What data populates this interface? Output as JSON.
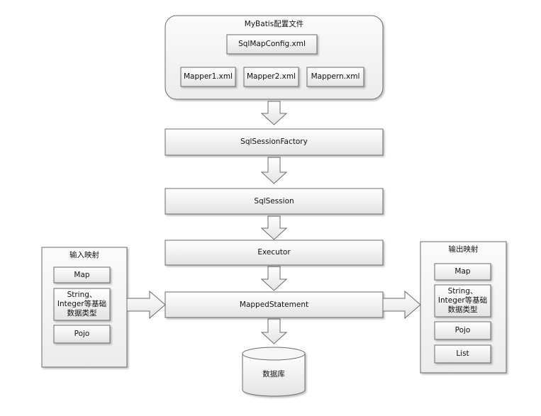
{
  "config_group": {
    "title": "MyBatis配置文件",
    "main_file": "SqlMapConfig.xml",
    "mappers": [
      "Mapper1.xml",
      "Mapper2.xml",
      "Mappern.xml"
    ]
  },
  "pipeline": {
    "factory": "SqlSessionFactory",
    "session": "SqlSession",
    "executor": "Executor",
    "mapped_statement": "MappedStatement",
    "database": "数据库"
  },
  "input_mapping": {
    "title": "输入映射",
    "items": [
      "Map",
      "String、\nInteger等基础\n数据类型",
      "Pojo"
    ]
  },
  "output_mapping": {
    "title": "输出映射",
    "items": [
      "Map",
      "String、\nInteger等基础\n数据类型",
      "Pojo",
      "List"
    ]
  },
  "colors": {
    "box_top": "#ffffff",
    "box_bottom": "#e6e6e6",
    "stroke": "#6b6b6b"
  }
}
